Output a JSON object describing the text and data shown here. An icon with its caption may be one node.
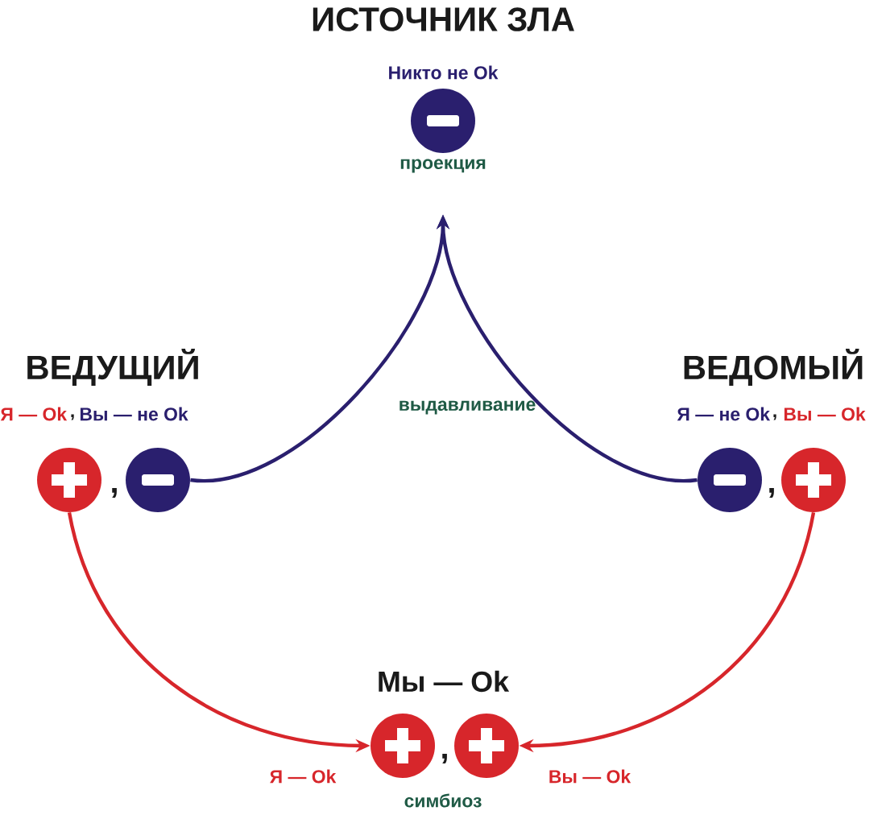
{
  "diagram": {
    "nodes": [
      {
        "text": [],
        "shape": "circle"
      },
      {
        "text": [],
        "shape": "circle"
      },
      {
        "text": [],
        "shape": "circle"
      },
      {
        "text": [],
        "shape": "circle"
      },
      {
        "text": [],
        "shape": "circle"
      },
      {
        "text": [],
        "shape": "circle"
      },
      {
        "text": [],
        "shape": "circle"
      }
    ],
    "edges": [
      {
        "from": 2,
        "to": 0,
        "arrow": "to",
        "color": "#2a1f6e"
      },
      {
        "from": 3,
        "to": 0,
        "arrow": "to",
        "color": "#2a1f6e"
      },
      {
        "from": 1,
        "to": 5,
        "arrow": "to",
        "color": "#d7262b"
      },
      {
        "from": 4,
        "to": 6,
        "arrow": "to",
        "color": "#d7262b"
      }
    ],
    "labels": [
      "ИСТОЧНИК ЗЛА",
      "Никто не Ok",
      "проекция",
      "ВЕДУЩИЙ",
      "ВЕДОМЫЙ",
      "Я — Ok",
      ",",
      "Вы — не Ok",
      "выдавливание",
      "Я — не Ok",
      ",",
      "Вы — Ok",
      ",",
      ",",
      "Мы — Ok",
      "Я — Ok",
      ",",
      "Вы — Ok",
      "симбиоз"
    ]
  }
}
